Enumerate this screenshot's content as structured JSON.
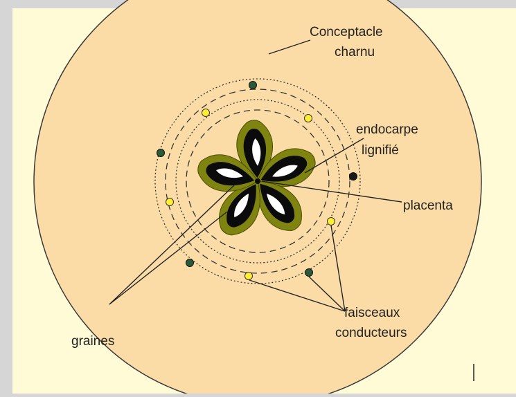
{
  "diagram": {
    "labels": {
      "conceptacle_line1": "Conceptacle",
      "conceptacle_line2": "charnu",
      "endocarpe_line1": "endocarpe",
      "endocarpe_line2": "lignifié",
      "placenta": "placenta",
      "faisceaux_line1": "faisceaux",
      "faisceaux_line2": "conducteurs",
      "graines": "graines"
    },
    "colors": {
      "page_background": "#d6d6d6",
      "panel_background": "#fffbd6",
      "conceptacle_fill": "#fbdca6",
      "endocarp_outline": "#7f8410",
      "seed_locule": "#0b0b0b",
      "seed": "#ffffff",
      "bundle_outer_ring": "#2a5a3a",
      "bundle_inner_ring": "#ffee33"
    }
  }
}
